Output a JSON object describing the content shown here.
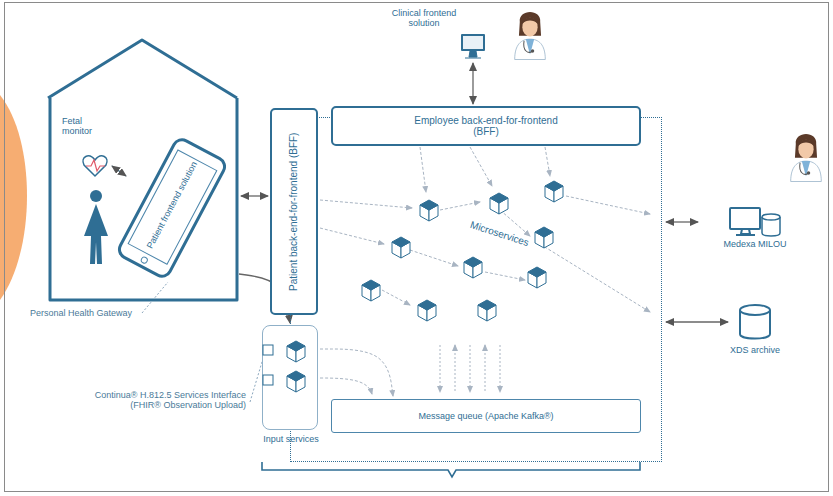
{
  "diagram": {
    "nodes": [
      {
        "text": [
          "Fetal monitor"
        ]
      },
      {
        "text": [
          "Patient frontend solution"
        ],
        "in": 0
      },
      {
        "text": [
          "Microservices"
        ]
      },
      {
        "text": [
          "Employee back-end-for-frontend (BFF)"
        ],
        "in": 2
      },
      {
        "text": [
          "Patient back-end-for-frontend (BFF)"
        ]
      },
      {
        "text": [
          "Input services"
        ]
      },
      {
        "text": [
          "Message queue (Apache Kafka®)"
        ],
        "in": 2
      },
      {
        "text": [
          "Clinical frontend solution"
        ]
      },
      {
        "text": [
          "Medexa MILOU"
        ]
      },
      {
        "text": [
          "XDS archive"
        ]
      }
    ],
    "edges": [
      {
        "from": 0,
        "to": 4,
        "arrow": "both"
      },
      {
        "from": 0,
        "to": 5,
        "arrow": "to"
      },
      {
        "from": 7,
        "to": 3,
        "arrow": "both"
      },
      {
        "from": 2,
        "to": 8,
        "arrow": "both"
      },
      {
        "from": 2,
        "to": 9,
        "arrow": "both"
      },
      {
        "from": 5,
        "to": 6,
        "arrow": "to"
      }
    ],
    "labels": [
      "Personal Health Gateway",
      "Continua® H.812.5 Services Interface (FHIR® Observation Upload)"
    ]
  }
}
